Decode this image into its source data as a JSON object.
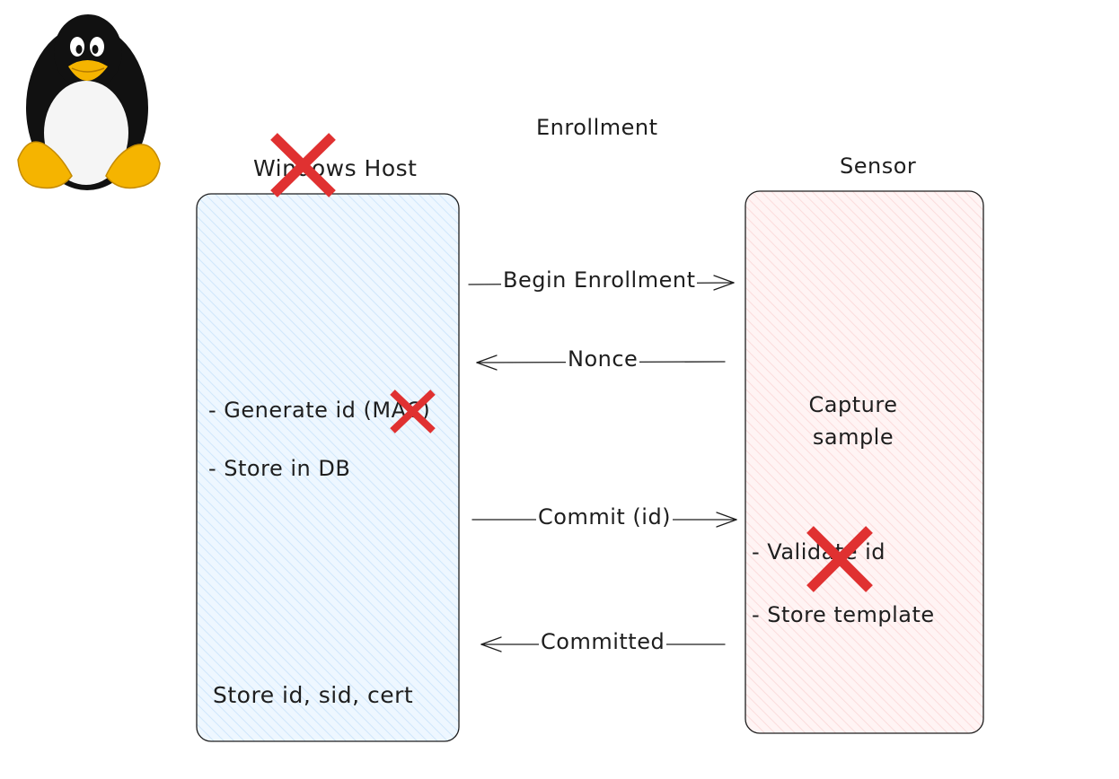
{
  "diagram": {
    "title": "Enrollment"
  },
  "host": {
    "title": "Windows Host",
    "steps": [
      "- Generate id (MAC)",
      "- Store in DB"
    ],
    "footer": "Store id, sid, cert",
    "fill_color": "#e7f5ff"
  },
  "sensor": {
    "title": "Sensor",
    "capture": "Capture sample",
    "steps": [
      "- Validate id",
      "- Store template"
    ],
    "fill_color": "#ffecec"
  },
  "messages": [
    {
      "label": "Begin Enrollment",
      "direction": "host-to-sensor"
    },
    {
      "label": "Nonce",
      "direction": "sensor-to-host"
    },
    {
      "label": "Commit (id)",
      "direction": "host-to-sensor"
    },
    {
      "label": "Committed",
      "direction": "sensor-to-host"
    }
  ],
  "icons": {
    "logo": "linux-penguin-icon",
    "strike": "red-x-icon",
    "strike_color": "#e03131"
  }
}
